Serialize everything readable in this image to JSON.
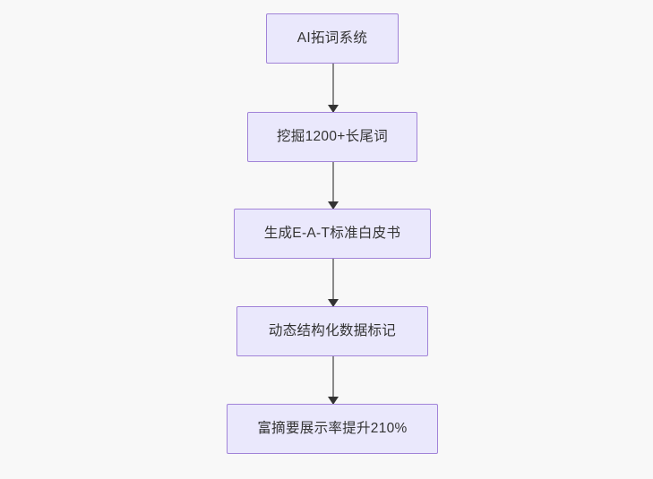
{
  "diagram": {
    "type": "flowchart",
    "direction": "top-to-bottom",
    "background_color": "#f8f8f8",
    "node_fill_color": "#eae8fc",
    "node_border_color": "#a183d8",
    "node_text_color": "#333333",
    "edge_line_color": "#8a8a8a",
    "edge_arrow_color": "#333333",
    "nodes": [
      {
        "id": "n1",
        "label": "AI拓词系统"
      },
      {
        "id": "n2",
        "label": "挖掘1200+长尾词"
      },
      {
        "id": "n3",
        "label": "生成E-A-T标准白皮书"
      },
      {
        "id": "n4",
        "label": "动态结构化数据标记"
      },
      {
        "id": "n5",
        "label": "富摘要展示率提升210%"
      }
    ],
    "edges": [
      {
        "id": "e1",
        "from": "n1",
        "to": "n2",
        "label": ""
      },
      {
        "id": "e2",
        "from": "n2",
        "to": "n3",
        "label": ""
      },
      {
        "id": "e3",
        "from": "n3",
        "to": "n4",
        "label": ""
      },
      {
        "id": "e4",
        "from": "n4",
        "to": "n5",
        "label": ""
      }
    ]
  }
}
